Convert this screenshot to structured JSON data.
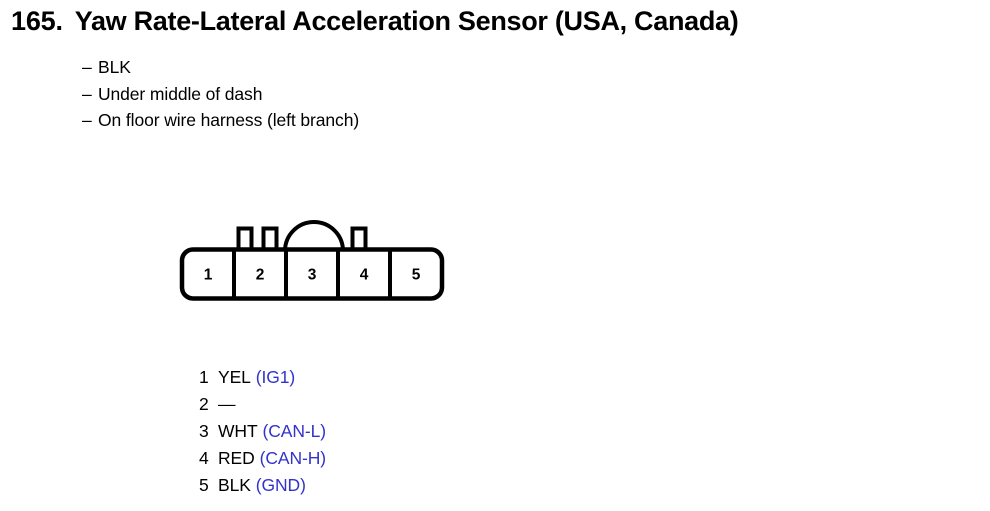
{
  "page": {
    "section_number": "165.",
    "title": "Yaw Rate-Lateral Acceleration Sensor (USA, Canada)"
  },
  "details": {
    "dash": "–",
    "items": [
      "BLK",
      "Under middle of dash",
      "On floor wire harness (left branch)"
    ]
  },
  "connector": {
    "name": "5-pin connector view",
    "cells": [
      "1",
      "2",
      "3",
      "4",
      "5"
    ],
    "stroke_color": "#000000"
  },
  "pinout": {
    "rows": [
      {
        "pin": "1",
        "wire_color": "YEL",
        "signal": "(IG1)"
      },
      {
        "pin": "2",
        "wire_color": "—",
        "signal": ""
      },
      {
        "pin": "3",
        "wire_color": "WHT",
        "signal": "(CAN-L)"
      },
      {
        "pin": "4",
        "wire_color": "RED",
        "signal": "(CAN-H)"
      },
      {
        "pin": "5",
        "wire_color": "BLK",
        "signal": "(GND)"
      }
    ],
    "signal_color": "#3333cc"
  }
}
